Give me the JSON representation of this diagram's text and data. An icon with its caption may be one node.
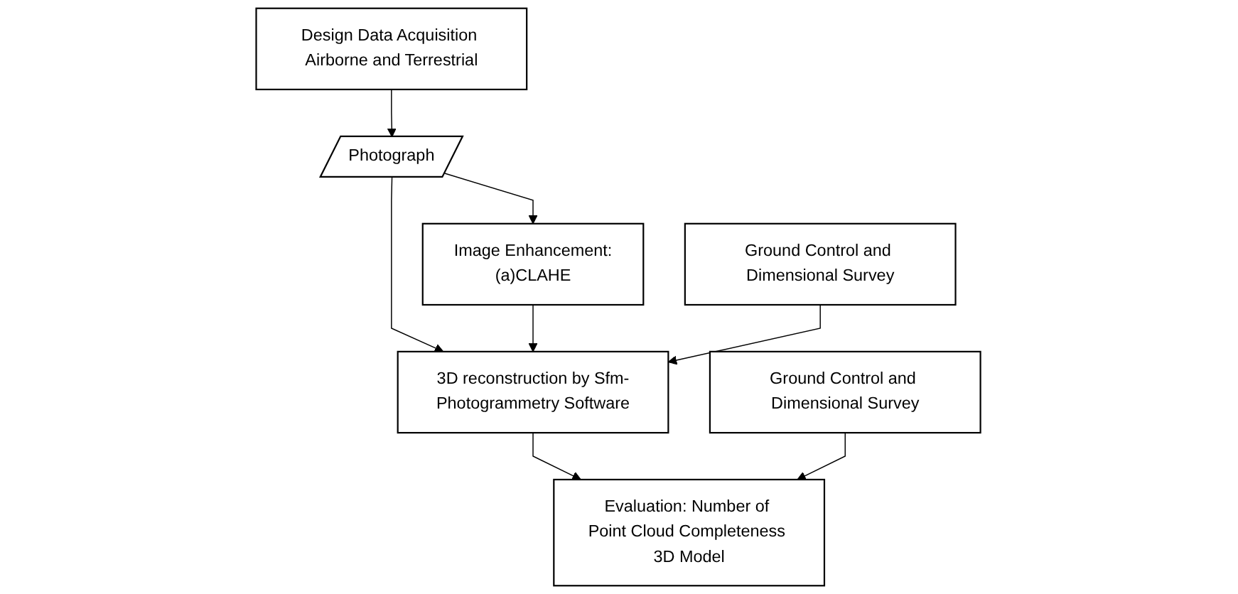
{
  "diagram": {
    "nodes": [
      {
        "text": [
          "Design Data Acquisition Airborne and Terrestrial"
        ]
      },
      {
        "text": [
          "Ground Control and Dimensional Survey"
        ]
      },
      {
        "text": [
          "Ground Control and Dimensional Survey"
        ]
      },
      {
        "text": [
          "Photograph"
        ]
      },
      {
        "text": [
          "Image Enhancement:",
          "(a)CLAHE"
        ]
      },
      {
        "text": [
          "3D reconstruction by Sfm-Photogrammetry Software"
        ]
      },
      {
        "text": [
          "Evaluation: Number of Point Cloud Completeness 3D Model"
        ]
      }
    ],
    "edges": [
      {
        "from": 0,
        "to": 3,
        "arrow": "to"
      },
      {
        "from": 3,
        "to": 4,
        "arrow": "to"
      },
      {
        "from": 3,
        "to": 5,
        "arrow": "to"
      },
      {
        "from": 4,
        "to": 5,
        "arrow": "to"
      },
      {
        "from": 2,
        "to": 5,
        "arrow": "to"
      },
      {
        "from": 5,
        "to": 6,
        "arrow": "to"
      },
      {
        "from": 1,
        "to": 6,
        "arrow": "to"
      }
    ]
  }
}
